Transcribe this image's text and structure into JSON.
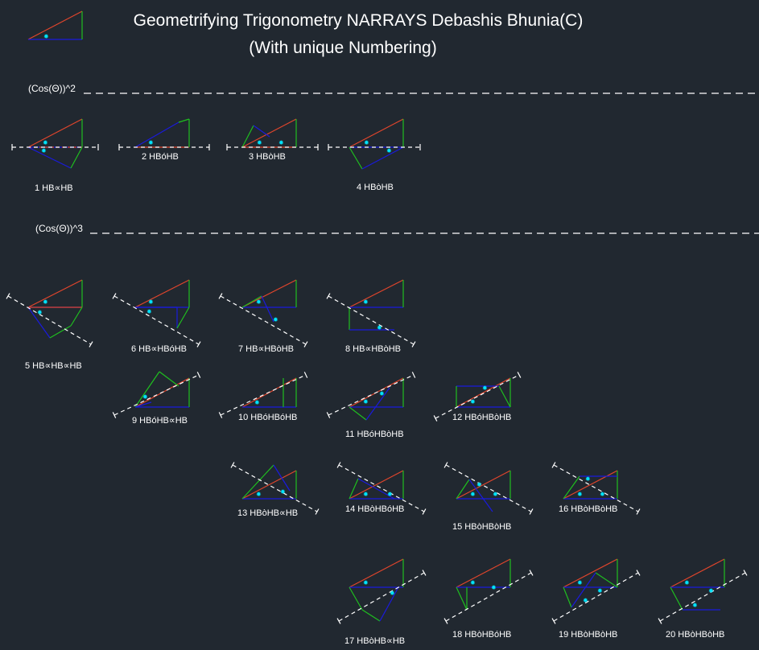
{
  "title_line1": "Geometrifying Trigonometry NARRAYS Debashis Bhunia(C)",
  "title_line2": "(With unique Numbering)",
  "sections": [
    {
      "label": "(Cos(Θ))^2"
    },
    {
      "label": "(Cos(Θ))^3"
    }
  ],
  "figures": [
    {
      "label": "1 HB∝HB"
    },
    {
      "label": "2 HBóHB"
    },
    {
      "label": "3 HBòHB"
    },
    {
      "label": "4 HBòHB"
    },
    {
      "label": "5 HB∝HB∝HB"
    },
    {
      "label": "6 HB∝HBóHB"
    },
    {
      "label": "7 HB∝HBòHB"
    },
    {
      "label": "8 HB∝HBòHB"
    },
    {
      "label": "9 HBóHB∝HB"
    },
    {
      "label": "10 HBóHBóHB"
    },
    {
      "label": "11 HBóHBòHB"
    },
    {
      "label": "12 HBóHBòHB"
    },
    {
      "label": "13 HBòHB∝HB"
    },
    {
      "label": "14 HBòHBóHB"
    },
    {
      "label": "15 HBòHBòHB"
    },
    {
      "label": "16 HBòHBòHB"
    },
    {
      "label": "17 HBòHB∝HB"
    },
    {
      "label": "18 HBòHBóHB"
    },
    {
      "label": "19 HBòHBòHB"
    },
    {
      "label": "20 HBòHBòHB"
    }
  ],
  "colors": {
    "background": "#212830",
    "hypotenuse": "#e0452c",
    "base": "#1a1adc",
    "perpendicular": "#1fbf1f",
    "mirror_line": "#ffffff",
    "marker": "#00e5ff",
    "text": "#ffffff"
  }
}
